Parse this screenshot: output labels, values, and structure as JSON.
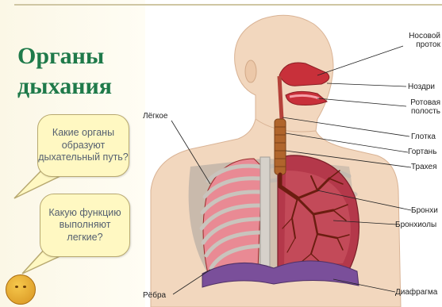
{
  "title": "Органы дыхания",
  "questions": [
    "Какие органы образуют дыхательный путь?",
    "Какую функцию выполняют легкие?"
  ],
  "labels": {
    "nasal_passage": "Носовой проток",
    "nostrils": "Ноздри",
    "oral_cavity": "Ротовая полость",
    "pharynx": "Глотка",
    "larynx": "Гортань",
    "trachea": "Трахея",
    "bronchi": "Бронхи",
    "bronchioles": "Бронхиолы",
    "diaphragm": "Диафрагма",
    "lung": "Лёгкое",
    "ribs": "Рёбра"
  },
  "colors": {
    "title": "#1f7a4a",
    "bubble_fill": "#fff8c2",
    "skin": "#f2d7be",
    "lung_pink": "#e98a94",
    "lung_dark": "#9a2a2a",
    "trachea": "#b0652c",
    "diaphragm": "#7a4f9a",
    "bone": "#b9b4ad"
  }
}
